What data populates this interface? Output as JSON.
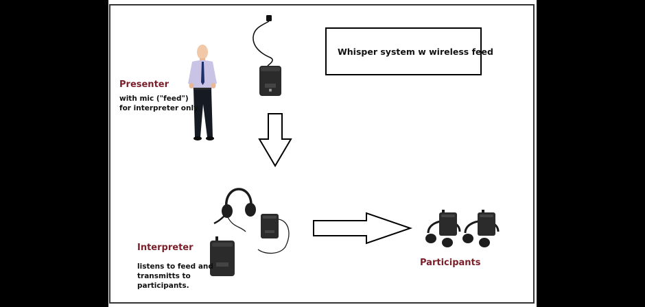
{
  "title": "Whisper system w wireless feed",
  "presenter": {
    "label": "Presenter",
    "note": [
      "with mic (\"feed\")",
      "for interpreter only."
    ]
  },
  "interpreter": {
    "label": "Interpreter",
    "note": [
      "listens to feed and",
      "transmitts to",
      "participants."
    ]
  },
  "participants": {
    "label": "Participants"
  },
  "colors": {
    "label_red": "#7a1f2a",
    "device_dark": "#2b2b2b"
  },
  "icons": [
    "person-presenter-image",
    "transmitter-mic-image",
    "headset-image",
    "receiver-device-image",
    "down-arrow-icon",
    "right-arrow-icon"
  ]
}
